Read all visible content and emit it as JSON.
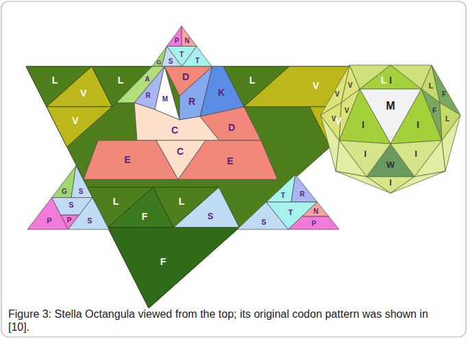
{
  "diagram": {
    "caption": "Figure 3: Stella Octangula viewed from the top; its original codon pattern was shown in [10].",
    "labels": [
      "P",
      "N",
      "G",
      "S",
      "T",
      "T",
      "L",
      "L",
      "D",
      "A",
      "L",
      "V",
      "L",
      "V",
      "R",
      "K",
      "R",
      "M",
      "V",
      "V",
      "D",
      "C",
      "C",
      "E",
      "E",
      "G",
      "S",
      "R",
      "T",
      "L",
      "L",
      "S",
      "T",
      "S",
      "F",
      "N",
      "P",
      "P",
      "S",
      "S",
      "P",
      "F",
      "I",
      "L",
      "V",
      "V",
      "F",
      "M",
      "V",
      "F",
      "V",
      "L",
      "I",
      "I",
      "I",
      "W",
      "I",
      "I"
    ]
  }
}
